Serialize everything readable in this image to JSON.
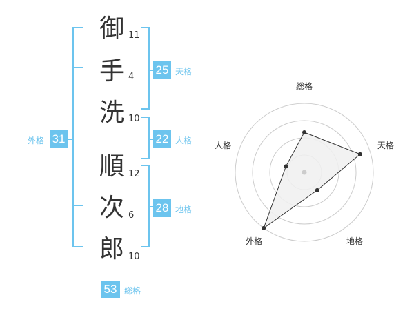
{
  "characters": [
    {
      "char": "御",
      "strokes": "11"
    },
    {
      "char": "手",
      "strokes": "4"
    },
    {
      "char": "洗",
      "strokes": "10"
    },
    {
      "char": "順",
      "strokes": "12"
    },
    {
      "char": "次",
      "strokes": "6"
    },
    {
      "char": "郎",
      "strokes": "10"
    }
  ],
  "kakusu": {
    "ten": {
      "value": "25",
      "label": "天格"
    },
    "jin": {
      "value": "22",
      "label": "人格"
    },
    "chi": {
      "value": "28",
      "label": "地格"
    },
    "gai": {
      "value": "31",
      "label": "外格"
    },
    "sou": {
      "value": "53",
      "label": "総格"
    }
  },
  "colors": {
    "accent": "#6cc4ee",
    "text": "#333333",
    "grid": "#cccccc",
    "fill": "#f0f0f0"
  },
  "chart_data": {
    "type": "radar",
    "axes": [
      "総格",
      "天格",
      "地格",
      "外格",
      "人格"
    ],
    "values": [
      0.58,
      0.85,
      0.32,
      1.0,
      0.28
    ],
    "rings": 4
  }
}
